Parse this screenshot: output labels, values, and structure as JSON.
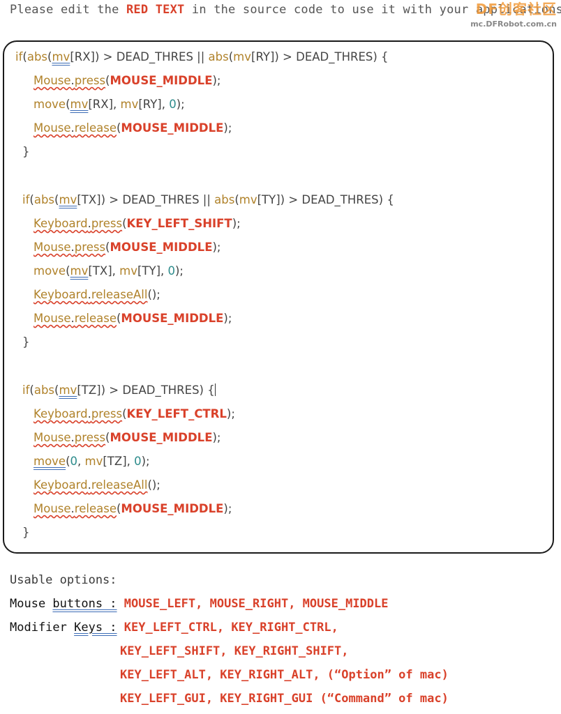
{
  "intro": {
    "prefix": "Please edit the ",
    "highlight": "RED TEXT",
    "suffix": " in the source code to use it with your applications."
  },
  "watermark": {
    "brand": "DF创客社区",
    "url": "mc.DFRobot.com.cn"
  },
  "code": {
    "block1": {
      "if": "if",
      "abs": "abs",
      "mv": "mv",
      "rx": "[RX]) > DEAD_THRES || ",
      "abs2": "abs",
      "mv2": "mv",
      "ry": "[RY]) > DEAD_THRES) {",
      "l1_obj": "Mouse",
      "l1_fn": "press",
      "l1_arg": "MOUSE_MIDDLE",
      "l2_fn": "move",
      "l2_mv": "mv",
      "l2_a": "[RX], ",
      "l2_mv2": "mv",
      "l2_b": "[RY], ",
      "l2_num": "0",
      "l3_obj": "Mouse",
      "l3_fn": "release",
      "l3_arg": "MOUSE_MIDDLE",
      "close": "}"
    },
    "block2": {
      "if": "if",
      "abs": "abs",
      "mv": "mv",
      "tx": "[TX]) > DEAD_THRES || ",
      "abs2": "abs",
      "mv2": "mv",
      "ty": "[TY]) > DEAD_THRES) {",
      "l1_obj": "Keyboard",
      "l1_fn": "press",
      "l1_arg": "KEY_LEFT_SHIFT",
      "l2_obj": "Mouse",
      "l2_fn": "press",
      "l2_arg": "MOUSE_MIDDLE",
      "l3_fn": "move",
      "l3_mv": "mv",
      "l3_a": "[TX], ",
      "l3_mv2": "mv",
      "l3_b": "[TY], ",
      "l3_num": "0",
      "l4_obj": "Keyboard",
      "l4_fn": "releaseAll",
      "l5_obj": "Mouse",
      "l5_fn": "release",
      "l5_arg": "MOUSE_MIDDLE",
      "close": "}"
    },
    "block3": {
      "if": "if",
      "abs": "abs",
      "mv": "mv",
      "tz": "[TZ]) > DEAD_THRES) {",
      "l1_obj": "Keyboard",
      "l1_fn": "press",
      "l1_arg": "KEY_LEFT_CTRL",
      "l2_obj": "Mouse",
      "l2_fn": "press",
      "l2_arg": "MOUSE_MIDDLE",
      "l3_fn": "move",
      "l3_num1": "0",
      "l3_mv": "mv",
      "l3_a": "[TZ], ",
      "l3_num2": "0",
      "l4_obj": "Keyboard",
      "l4_fn": "releaseAll",
      "l5_obj": "Mouse",
      "l5_fn": "release",
      "l5_arg": "MOUSE_MIDDLE",
      "close": "}"
    }
  },
  "options": {
    "heading": "Usable options:",
    "mouse_label_a": "Mouse ",
    "mouse_label_b": "buttons :",
    "mouse_values": "MOUSE_LEFT, MOUSE_RIGHT, MOUSE_MIDDLE",
    "mod_label_a": "Modifier ",
    "mod_label_b": "Keys :",
    "mod_values_1": "KEY_LEFT_CTRL, KEY_RIGHT_CTRL,",
    "mod_values_2": "KEY_LEFT_SHIFT, KEY_RIGHT_SHIFT,",
    "mod_values_3": "KEY_LEFT_ALT, KEY_RIGHT_ALT, (“Option” of mac)",
    "mod_values_4": "KEY_LEFT_GUI, KEY_RIGHT_GUI (“Command” of mac)"
  },
  "colors": {
    "red": "#d9412a",
    "keyword": "#b0822a",
    "number": "#2e8c8c",
    "underline_blue": "#3b6bb5"
  }
}
